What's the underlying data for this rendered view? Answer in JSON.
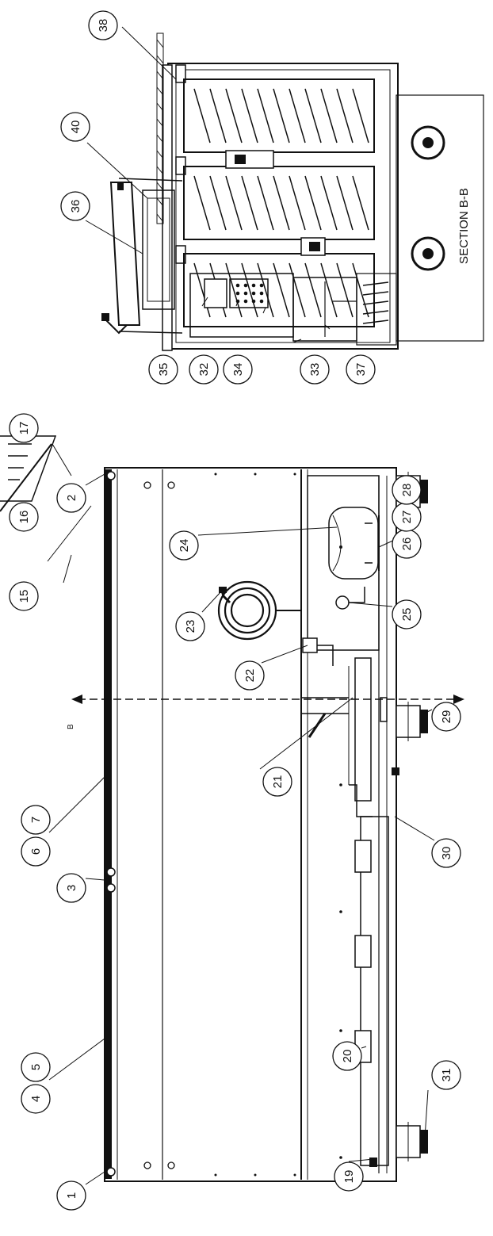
{
  "views": {
    "main": {
      "balloons": [
        "1",
        "2",
        "3",
        "4",
        "5",
        "6",
        "7",
        "15",
        "16",
        "17",
        "19",
        "20",
        "21",
        "22",
        "23",
        "24",
        "25",
        "26",
        "27",
        "28",
        "29",
        "30",
        "31"
      ],
      "section_arrow_label": "B"
    },
    "section": {
      "title": "SECTION B-B",
      "balloons": [
        "32",
        "33",
        "34",
        "35",
        "36",
        "37",
        "38",
        "40"
      ]
    }
  }
}
